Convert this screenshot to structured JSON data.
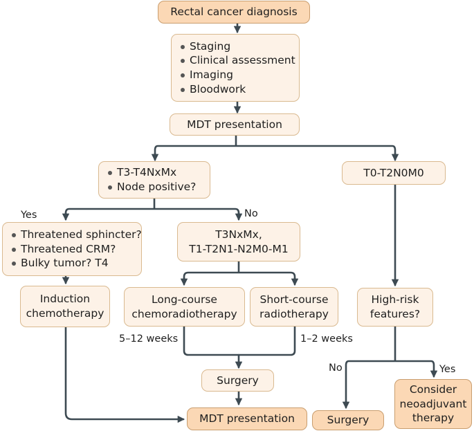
{
  "nodes": {
    "diagnosis": "Rectal cancer diagnosis",
    "workup": [
      "Staging",
      "Clinical assessment",
      "Imaging",
      "Bloodwork"
    ],
    "mdt_top": "MDT presentation",
    "advanced": [
      "T3-T4NxMx",
      "Node positive?"
    ],
    "early": "T0-T2N0M0",
    "threatened": [
      "Threatened sphincter?",
      "Threatened CRM?",
      "Bulky tumor? T4"
    ],
    "intermediate": [
      "T3NxMx,",
      "T1-T2N1-N2M0-M1"
    ],
    "induction": [
      "Induction",
      "chemotherapy"
    ],
    "long_course": [
      "Long-course",
      "chemoradiotherapy"
    ],
    "short_course": [
      "Short-course",
      "radiotherapy"
    ],
    "high_risk": [
      "High-risk",
      "features?"
    ],
    "surgery_mid": "Surgery",
    "mdt_bottom": "MDT presentation",
    "surgery_right": "Surgery",
    "consider": [
      "Consider",
      "neoadjuvant",
      "therapy"
    ]
  },
  "labels": {
    "yes_left": "Yes",
    "no_left": "No",
    "weeks_long": "5–12 weeks",
    "weeks_short": "1–2 weeks",
    "no_right": "No",
    "yes_right": "Yes"
  },
  "colors": {
    "box_fill": "#fdf2e7",
    "box_fill_highlight": "#fbd8b5",
    "box_border": "#d9b98f",
    "arrow": "#3d4a52"
  }
}
